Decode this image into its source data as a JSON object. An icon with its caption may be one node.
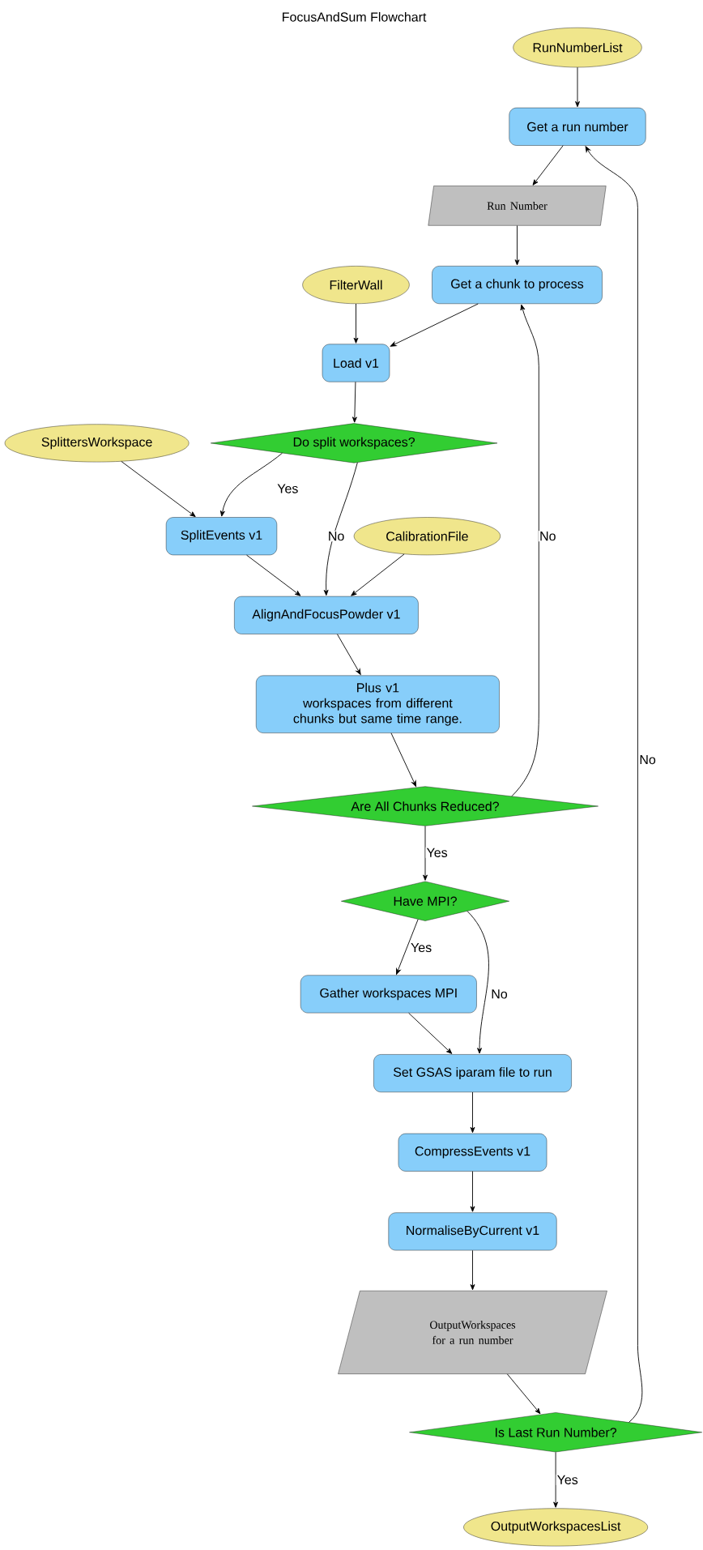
{
  "diagram": {
    "title": "FocusAndSum Flowchart",
    "nodes": [
      {
        "text": [
          "RunNumberList"
        ]
      },
      {
        "text": [
          "Get a run number"
        ]
      },
      {
        "text": [
          "Run Number"
        ]
      },
      {
        "text": [
          "Get a chunk to process"
        ]
      },
      {
        "text": [
          "FilterWall"
        ]
      },
      {
        "text": [
          "Load v1"
        ]
      },
      {
        "text": [
          "Do split workspaces?"
        ]
      },
      {
        "text": [
          "SplittersWorkspace"
        ]
      },
      {
        "text": [
          "SplitEvents v1"
        ]
      },
      {
        "text": [
          "CalibrationFile"
        ]
      },
      {
        "text": [
          "AlignAndFocusPowder v1"
        ]
      },
      {
        "text": [
          "Plus v1",
          "workspaces from different chunks but same time range."
        ]
      },
      {
        "text": [
          "Are All Chunks Reduced?"
        ]
      },
      {
        "text": [
          "Have MPI?"
        ]
      },
      {
        "text": [
          "Gather workspaces MPI"
        ]
      },
      {
        "text": [
          "Set GSAS iparam file to run"
        ]
      },
      {
        "text": [
          "CompressEvents v1"
        ]
      },
      {
        "text": [
          "NormaliseByCurrent v1"
        ]
      },
      {
        "text": [
          "OutputWorkspaces for a run number"
        ]
      },
      {
        "text": [
          "Is Last Run Number?"
        ]
      },
      {
        "text": [
          "OutputWorkspacesList"
        ]
      }
    ],
    "edges": [
      {
        "from": 0,
        "to": 1,
        "arrow": "to"
      },
      {
        "from": 1,
        "to": 2,
        "arrow": "to"
      },
      {
        "from": 2,
        "to": 3,
        "arrow": "to"
      },
      {
        "from": 3,
        "to": 5,
        "arrow": "to"
      },
      {
        "from": 4,
        "to": 5,
        "arrow": "to"
      },
      {
        "from": 5,
        "to": 6,
        "arrow": "to"
      },
      {
        "from": 6,
        "to": 8,
        "arrow": "to",
        "label": "Yes"
      },
      {
        "from": 6,
        "to": 10,
        "arrow": "to",
        "label": "No"
      },
      {
        "from": 7,
        "to": 8,
        "arrow": "to"
      },
      {
        "from": 8,
        "to": 10,
        "arrow": "to"
      },
      {
        "from": 9,
        "to": 10,
        "arrow": "to"
      },
      {
        "from": 10,
        "to": 11,
        "arrow": "to"
      },
      {
        "from": 11,
        "to": 12,
        "arrow": "to"
      },
      {
        "from": 12,
        "to": 3,
        "arrow": "to",
        "label": "No"
      },
      {
        "from": 12,
        "to": 13,
        "arrow": "to",
        "label": "Yes"
      },
      {
        "from": 13,
        "to": 14,
        "arrow": "to",
        "label": "Yes"
      },
      {
        "from": 13,
        "to": 15,
        "arrow": "to",
        "label": "No"
      },
      {
        "from": 14,
        "to": 15,
        "arrow": "to"
      },
      {
        "from": 15,
        "to": 16,
        "arrow": "to"
      },
      {
        "from": 16,
        "to": 17,
        "arrow": "to"
      },
      {
        "from": 17,
        "to": 18,
        "arrow": "to"
      },
      {
        "from": 18,
        "to": 19,
        "arrow": "to"
      },
      {
        "from": 19,
        "to": 20,
        "arrow": "to",
        "label": "Yes"
      },
      {
        "from": 19,
        "to": 1,
        "arrow": "to",
        "label": "No"
      }
    ]
  }
}
